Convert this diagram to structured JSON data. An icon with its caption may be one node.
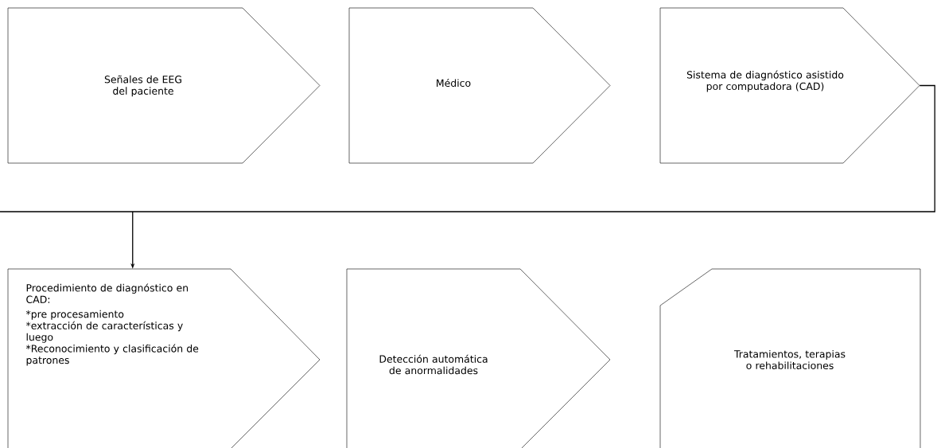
{
  "diagram": {
    "nodes": [
      {
        "text": [
          "Señales de EEG del paciente"
        ]
      },
      {
        "text": [
          "Médico"
        ]
      },
      {
        "text": [
          "Sistema de diagnóstico asistido por computadora (CAD)"
        ]
      },
      {
        "text": [
          "Procedimiento de diagnóstico en CAD:",
          "*pre procesamiento",
          "*extracción de características y luego",
          "*Reconocimiento y clasificación de patrones"
        ]
      },
      {
        "text": [
          "Detección automática de anormalidades"
        ]
      },
      {
        "text": [
          "Tratamientos, terapias o rehabilitaciones"
        ]
      }
    ],
    "edges": [
      {
        "from": 2,
        "to": 3,
        "arrow": "to"
      }
    ]
  }
}
